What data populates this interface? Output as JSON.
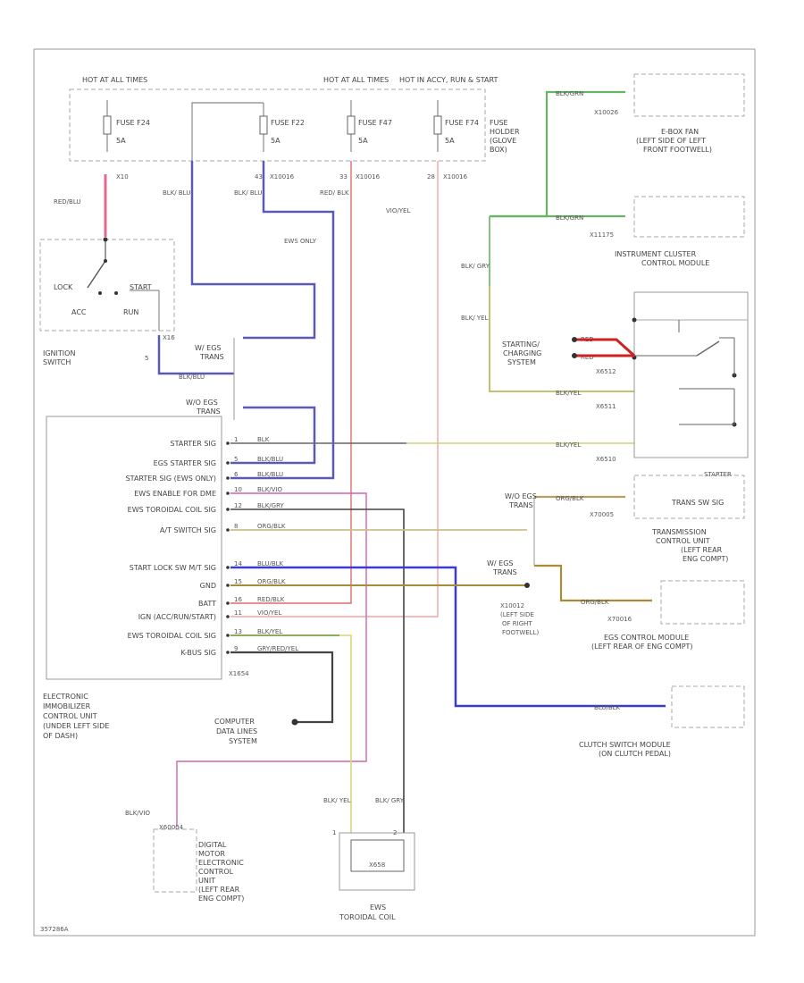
{
  "diagram_id": "357286A",
  "colors": {
    "red_blu": "#e06a8c",
    "blk_blu": "#5a5ab5",
    "blk_grn": "#66b466",
    "blk_yel": "#c9cc66",
    "red_blk": "#e36a6a",
    "vio_yel": "#f3a6a6",
    "org_blk": "#b8a060",
    "blk_wht": "#444444",
    "blk_gry": "#777777",
    "red": "#cc2222"
  },
  "fuses": {
    "hot_at_all_1": "HOT AT ALL TIMES",
    "hot_at_all_2": "HOT AT ALL TIMES",
    "hot_in_acc": "HOT IN ACCY, RUN & START",
    "f24_name": "FUSE F24",
    "f24_amp": "5A",
    "f22_name": "FUSE F22",
    "f22_amp": "5A",
    "f47_name": "FUSE F47",
    "f47_amp": "5A",
    "f74_name": "FUSE F74",
    "f74_amp": "5A",
    "holder": "FUSE HOLDER (GLOVE BOX)",
    "conn_x10": "X10",
    "conn_x10016": "X10016",
    "pin_43": "43",
    "pin_33": "33",
    "pin_28": "28"
  },
  "wires": {
    "red_blu": "RED/BLU",
    "blk_blu_1": "BLK/ BLU",
    "blk_blu_2": "BLK/ BLU",
    "red_blk_v": "RED/ BLK",
    "vio_yel_v": "VIO/YEL",
    "ews_only": "EWS ONLY",
    "blk_grn_1": "BLK/GRN",
    "blk_grn_2": "BLK/GRN",
    "blk_gry_v": "BLK/ GRY",
    "blk_yel_v": "BLK/ YEL",
    "blk_blu_3": "BLK/BLU",
    "red_1": "RED",
    "red_2": "RED",
    "blk_yel_1": "BLK/YEL",
    "blk_yel_2": "BLK/YEL",
    "org_blk_1": "ORG/BLK",
    "org_blk_2": "ORG/BLK",
    "blu_blk": "BLU/BLK",
    "blk_yel_b": "BLK/ YEL",
    "blk_gry_b": "BLK/ GRY",
    "blk_vio": "BLK/VIO"
  },
  "ignition": {
    "name": "IGNITION SWITCH",
    "lock": "LOCK",
    "start": "START",
    "acc": "ACC",
    "run": "RUN",
    "pin_x16": "X16",
    "pin_5": "5"
  },
  "trans_labels": {
    "wm_egs": "W/ EGS TRANS",
    "wo_egs": "W/O EGS TRANS"
  },
  "ews": {
    "pins": [
      {
        "num": "1",
        "label": "STARTER SIG",
        "wire": "BLK"
      },
      {
        "num": "5",
        "label": "EGS STARTER SIG",
        "wire": "BLK/BLU"
      },
      {
        "num": "6",
        "label": "STARTER SIG (EWS ONLY)",
        "wire": "BLK/BLU"
      },
      {
        "num": "10",
        "label": "EWS ENABLE FOR DME",
        "wire": "BLK/VIO"
      },
      {
        "num": "12",
        "label": "EWS TOROIDAL COIL SIG",
        "wire": "BLK/GRY"
      },
      {
        "num": "8",
        "label": "A/T SWITCH SIG",
        "wire": "ORG/BLK"
      },
      {
        "num": "14",
        "label": "START LOCK SW M/T SIG",
        "wire": "BLU/BLK"
      },
      {
        "num": "15",
        "label": "GND",
        "wire": "ORG/BLK"
      },
      {
        "num": "16",
        "label": "BATT",
        "wire": "RED/BLK"
      },
      {
        "num": "11",
        "label": "IGN (ACC/RUN/START)",
        "wire": "VIO/YEL"
      },
      {
        "num": "13",
        "label": "EWS TOROIDAL COIL SIG",
        "wire": "BLK/YEL"
      },
      {
        "num": "9",
        "label": "K-BUS SIG",
        "wire": "GRY/RED/YEL"
      }
    ],
    "connector": "X1654",
    "name": "ELECTRONIC IMMOBILIZER CONTROL UNIT (UNDER LEFT SIDE OF DASH)"
  },
  "right": {
    "x10026": "X10026",
    "ebox_fan": "E-BOX FAN (LEFT SIDE OF LEFT FRONT FOOTWELL)",
    "x11175": "X11175",
    "inst_cluster": "INSTRUMENT CLUSTER CONTROL MODULE",
    "starting": "STARTING/ CHARGING SYSTEM",
    "x6512": "X6512",
    "x6511": "X6511",
    "x6510": "X6510",
    "x70005": "X70005",
    "wo_egs": "W/O EGS TRANS",
    "wm_egs": "W/ EGS TRANS",
    "trans_sw": "TRANS SW SIG",
    "starter": "STARTER",
    "tcu": "TRANSMISSION CONTROL UNIT (LEFT REAR ENG COMPT)",
    "x10012": "X10012 (LEFT SIDE OF RIGHT FOOTWELL)",
    "x70016": "X70016",
    "egs_module": "EGS CONTROL MODULE (LEFT REAR OF ENG COMPT)",
    "clutch": "CLUTCH SWITCH MODULE (ON CLUTCH PEDAL)"
  },
  "bottom": {
    "computer": "COMPUTER DATA LINES SYSTEM",
    "x60004": "X60004",
    "dme": "DIGITAL MOTOR ELECTRONIC CONTROL UNIT (LEFT REAR ENG COMPT)",
    "ews_coil": "EWS TOROIDAL COIL",
    "coil_inner": "X658",
    "pin_1": "1",
    "pin_2": "2"
  }
}
